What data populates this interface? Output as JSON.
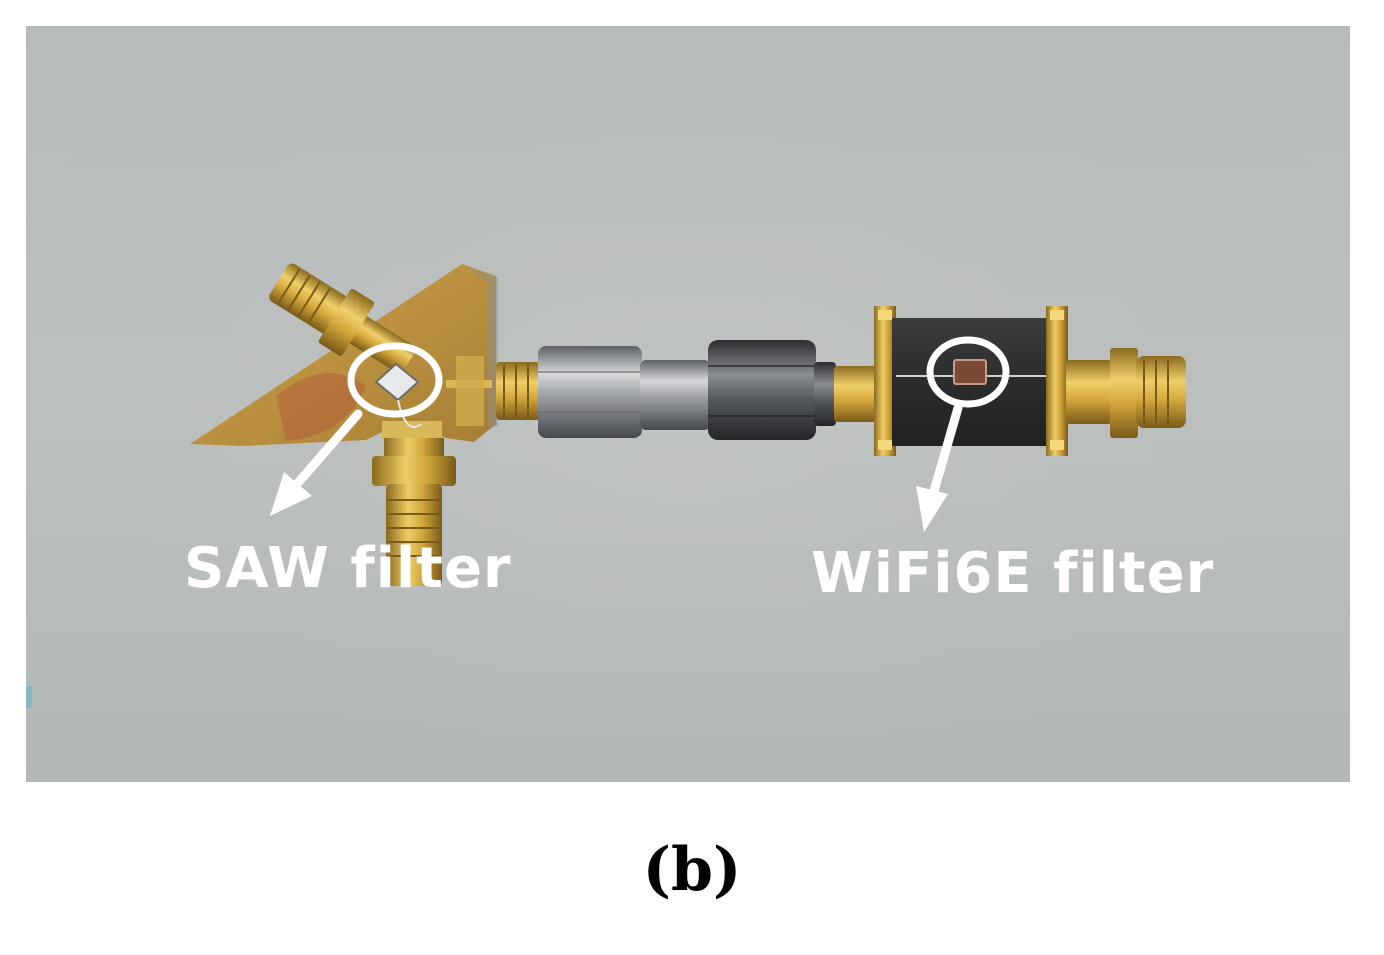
{
  "photo": {
    "annotations": {
      "saw": "SAW filter",
      "wifi": "WiFi6E filter"
    },
    "colors": {
      "background": "#b9bcbc",
      "pcb": "#c9a24e",
      "gold": "#d8b048",
      "steel": "#a9abae",
      "dark_steel": "#55585c",
      "filter_body": "#2e3032",
      "marker": "#ffffff"
    }
  },
  "caption": "(b)"
}
